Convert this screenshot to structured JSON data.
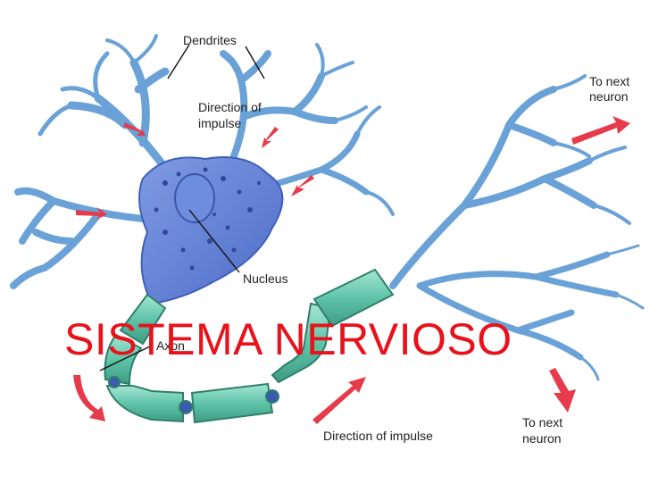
{
  "slide": {
    "title": "SISTEMA NERVIOSO"
  },
  "diagram": {
    "labels": {
      "dendrites": "Dendrites",
      "direction_top_line1": "Direction of",
      "direction_top_line2": "impulse",
      "nucleus": "Nucleus",
      "axon": "Axon",
      "to_next_top_line1": "To next",
      "to_next_top_line2": "neuron",
      "to_next_bottom_line1": "To next",
      "to_next_bottom_line2": "neuron",
      "direction_bottom": "Direction of impulse"
    },
    "colors": {
      "cell_body": "#5f7fd6",
      "dendrite": "#6aa2d8",
      "myelin": "#5fc4a8",
      "arrow": "#e63b4a",
      "title": "#e8121c"
    }
  }
}
